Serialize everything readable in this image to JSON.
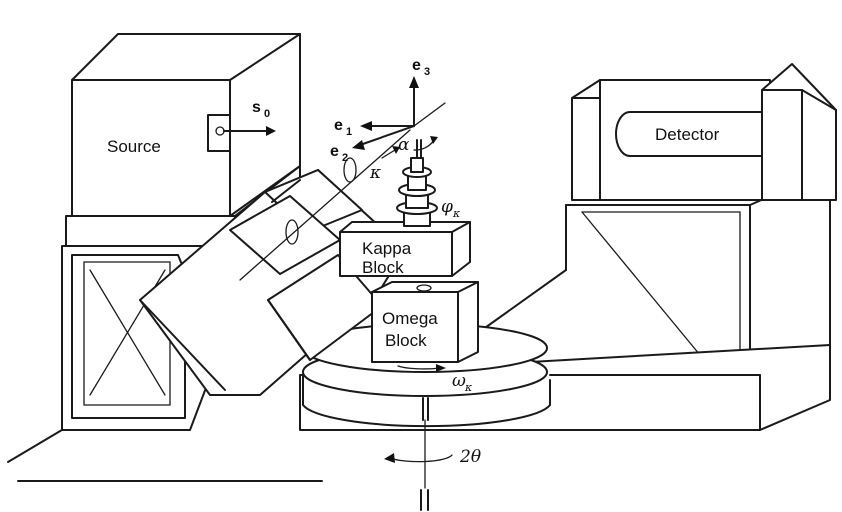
{
  "labels": {
    "source": "Source",
    "detector": "Detector",
    "kappa_block_line1": "Kappa",
    "kappa_block_line2": "Block",
    "omega_block_line1": "Omega",
    "omega_block_line2": "Block"
  },
  "vectors": {
    "s0": {
      "main": "s",
      "sub": "0"
    },
    "e1": {
      "main": "e",
      "sub": "1"
    },
    "e2": {
      "main": "e",
      "sub": "2"
    },
    "e3": {
      "main": "e",
      "sub": "3"
    }
  },
  "angles": {
    "alpha": "α",
    "kappa": "κ",
    "phi": {
      "main": "φ",
      "sub": "κ"
    },
    "omega": {
      "main": "ω",
      "sub": "κ"
    },
    "two_theta": "2θ"
  }
}
